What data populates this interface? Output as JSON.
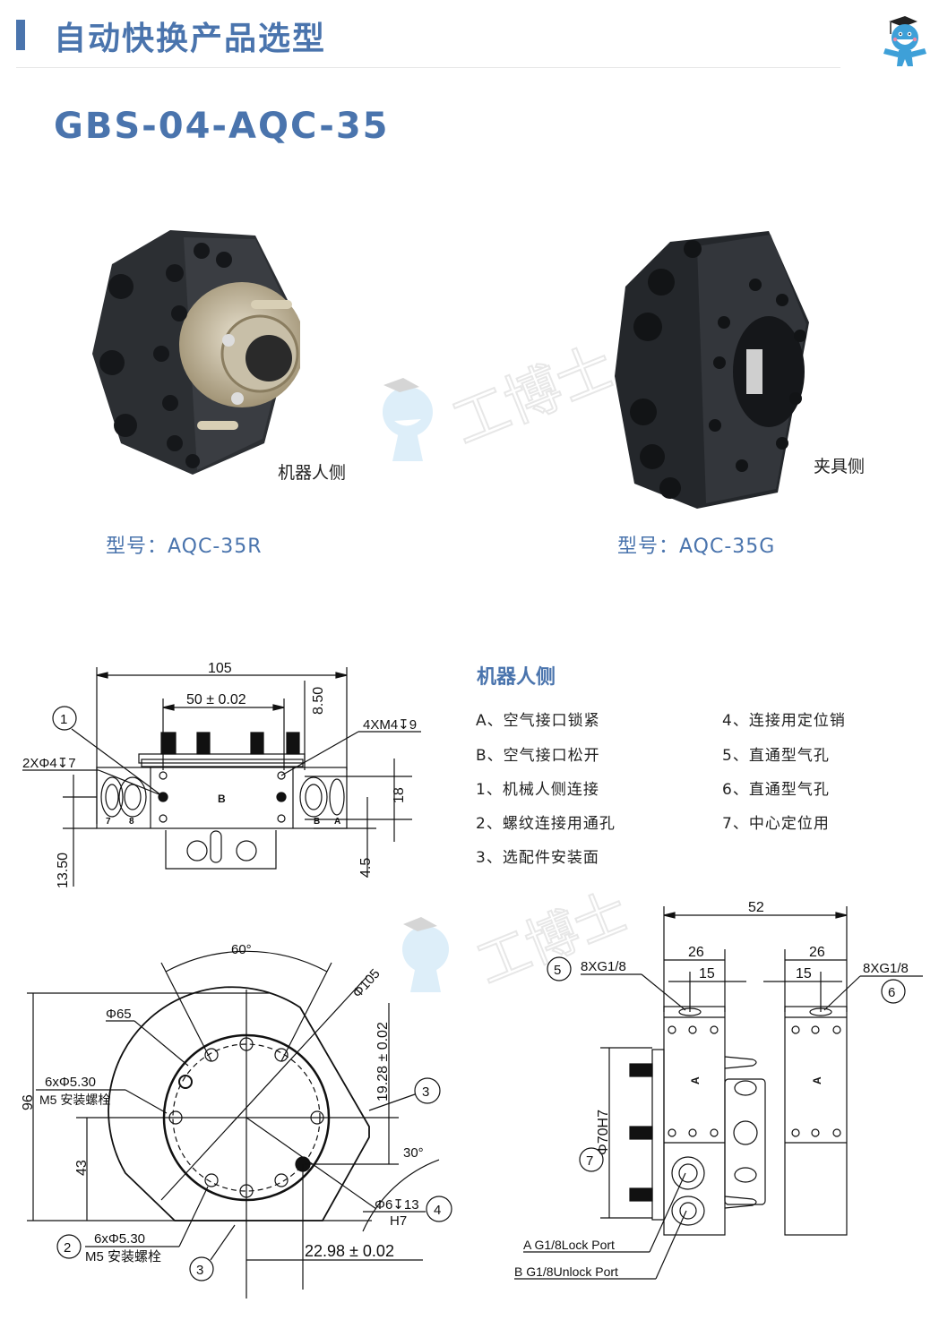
{
  "header": {
    "title": "自动快换产品选型",
    "accent_color": "#4a74ad"
  },
  "model": {
    "name": "GBS-04-AQC-35"
  },
  "products": [
    {
      "side_label": "机器人侧",
      "model_label": "型号：AQC-35R"
    },
    {
      "side_label": "夹具侧",
      "model_label": "型号：AQC-35G"
    }
  ],
  "watermark": {
    "text": "工博士"
  },
  "legend": {
    "title": "机器人侧",
    "left_items": [
      "A、空气接口锁紧",
      "B、空气接口松开",
      "1、机械人侧连接",
      "2、螺纹连接用通孔",
      "3、选配件安装面"
    ],
    "right_items": [
      "4、连接用定位销",
      "5、直通型气孔",
      "6、直通型气孔",
      "7、中心定位用"
    ]
  },
  "drawing_side": {
    "width": "105",
    "pin_spacing": "50 ± 0.02",
    "height_top": "8.50",
    "hole_callout_left": "2XΦ4↧7",
    "hole_callout_right": "4XM4↧9",
    "dim_18": "18",
    "dim_4_5": "4.5",
    "dim_13_50": "13.50",
    "balloon_1": "1",
    "face_label": "B",
    "port_labels": [
      "7",
      "8",
      "B",
      "A"
    ]
  },
  "drawing_front": {
    "angle_top": "60°",
    "dia_105": "Φ105",
    "dia_65": "Φ65",
    "bolt_callout_qty": "6xΦ5.30",
    "bolt_callout_desc": "M5 安装螺栓",
    "height_96": "96",
    "height_43": "43",
    "dim_19_28": "19.28 ± 0.02",
    "angle_30": "30°",
    "pin_callout": "Φ6↧13",
    "pin_fit": "H7",
    "dim_22_98": "22.98 ± 0.02",
    "balloons": [
      "2",
      "3",
      "3",
      "4"
    ]
  },
  "drawing_end": {
    "width_52": "52",
    "width_26": "26",
    "width_15": "15",
    "port_callout": "8XG1/8",
    "dia_70": "Φ70H7",
    "face_label": "A",
    "lock_port": "A  G1/8Lock  Port",
    "unlock_port": "B  G1/8Unlock  Port",
    "balloons": [
      "5",
      "6",
      "7"
    ]
  }
}
